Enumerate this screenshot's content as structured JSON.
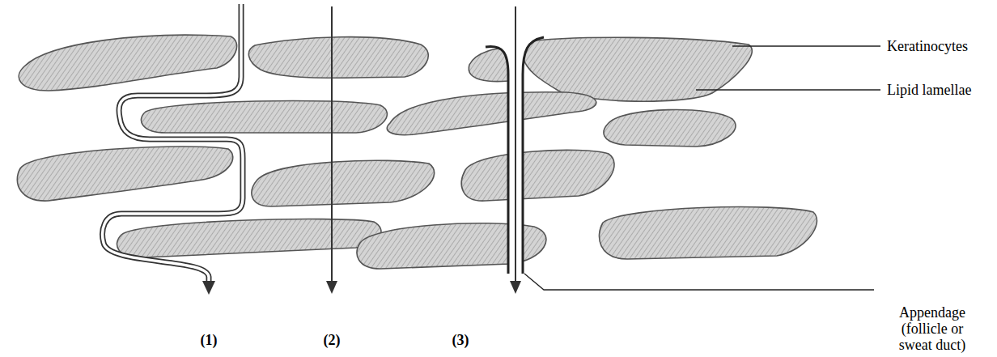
{
  "diagram": {
    "labels": [
      "Keratinocytes",
      "Lipid lamellae",
      "Appendage (follicle or sweat duct)",
      "(1)",
      "(2)",
      "(3)"
    ]
  }
}
